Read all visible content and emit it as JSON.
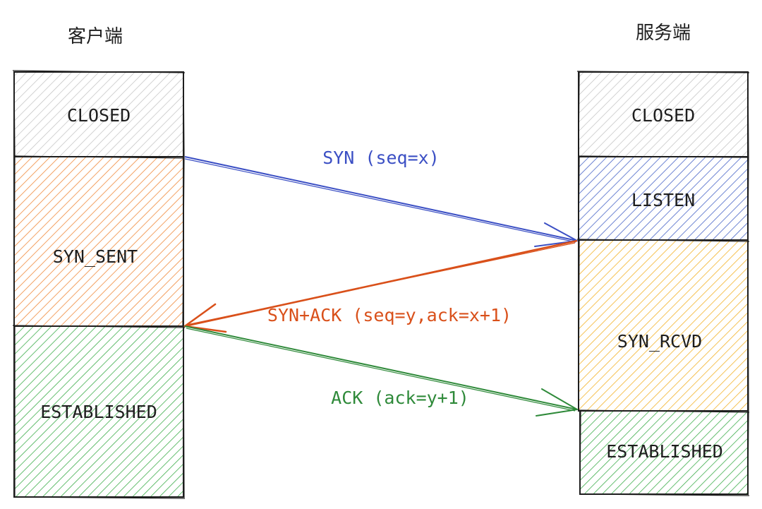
{
  "client": {
    "title": "客户端",
    "states": [
      "CLOSED",
      "SYN_SENT",
      "ESTABLISHED"
    ]
  },
  "server": {
    "title": "服务端",
    "states": [
      "CLOSED",
      "LISTEN",
      "SYN_RCVD",
      "ESTABLISHED"
    ]
  },
  "messages": [
    {
      "label": "SYN (seq=x)",
      "color": "#3b4fc4",
      "direction": "client-to-server"
    },
    {
      "label": "SYN+ACK (seq=y,ack=x+1)",
      "color": "#d9501a",
      "direction": "server-to-client"
    },
    {
      "label": "ACK (ack=y+1)",
      "color": "#2f8a3a",
      "direction": "client-to-server"
    }
  ],
  "colors": {
    "closed": "#bfbfbf",
    "syn_sent": "#f08a3c",
    "listen": "#4a66c8",
    "syn_rcvd": "#f3b32a",
    "established": "#3fae4c",
    "stroke": "#1e1e1e"
  }
}
